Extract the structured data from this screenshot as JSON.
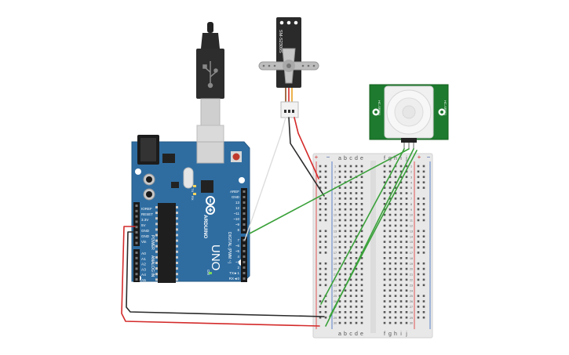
{
  "board": {
    "brand": "ARDUINO",
    "model": "UNO",
    "digital_label": "DIGITAL (PWM ~)",
    "power_label": "POWER",
    "analog_label": "ANALOG IN",
    "ioref": "IOREF",
    "reset": "RESET",
    "v33": "3.3V",
    "v5": "5V",
    "gnd1": "GND",
    "gnd2": "GND",
    "vin": "Vin",
    "analog_pins": [
      "A0",
      "A1",
      "A2",
      "A3",
      "A4",
      "A5"
    ],
    "digital_pins": [
      "AREF",
      "GND",
      "13",
      "12",
      "~11",
      "~10",
      "~9",
      "8",
      "7",
      "~6",
      "~5",
      "4",
      "~3",
      "2",
      "TX►1",
      "RX◄0"
    ],
    "tx": "TX",
    "rx": "RX",
    "on": "ON"
  },
  "servo": {
    "model": "SM-S2309S"
  },
  "pir": {
    "left_label": "HC-SR501",
    "right_label": "HC-SR501"
  },
  "breadboard": {
    "cols_top": [
      "a",
      "b",
      "c",
      "d",
      "e",
      "f",
      "g",
      "h",
      "i",
      "j"
    ],
    "cols_bottom": [
      "a",
      "b",
      "c",
      "d",
      "e",
      "f",
      "g",
      "h",
      "i",
      "j"
    ],
    "rows": [
      "1",
      "2",
      "3",
      "4",
      "5",
      "6",
      "7",
      "8",
      "9",
      "10",
      "11",
      "12",
      "13",
      "14",
      "15",
      "16",
      "17",
      "18",
      "19",
      "20",
      "21",
      "22",
      "23",
      "24",
      "25",
      "26",
      "27",
      "28",
      "29",
      "30"
    ],
    "plus": "+",
    "minus": "−"
  },
  "colors": {
    "board": "#2f6da1",
    "board_dark": "#275a87",
    "wire_red": "#d42a2a",
    "wire_black": "#2b2b2b",
    "wire_green": "#3aa13a",
    "wire_white": "#dddddd",
    "pir_green": "#1d7a2e",
    "breadboard": "#e8e8e8",
    "rail_red": "#e05555",
    "rail_blue": "#5a7fc8"
  }
}
